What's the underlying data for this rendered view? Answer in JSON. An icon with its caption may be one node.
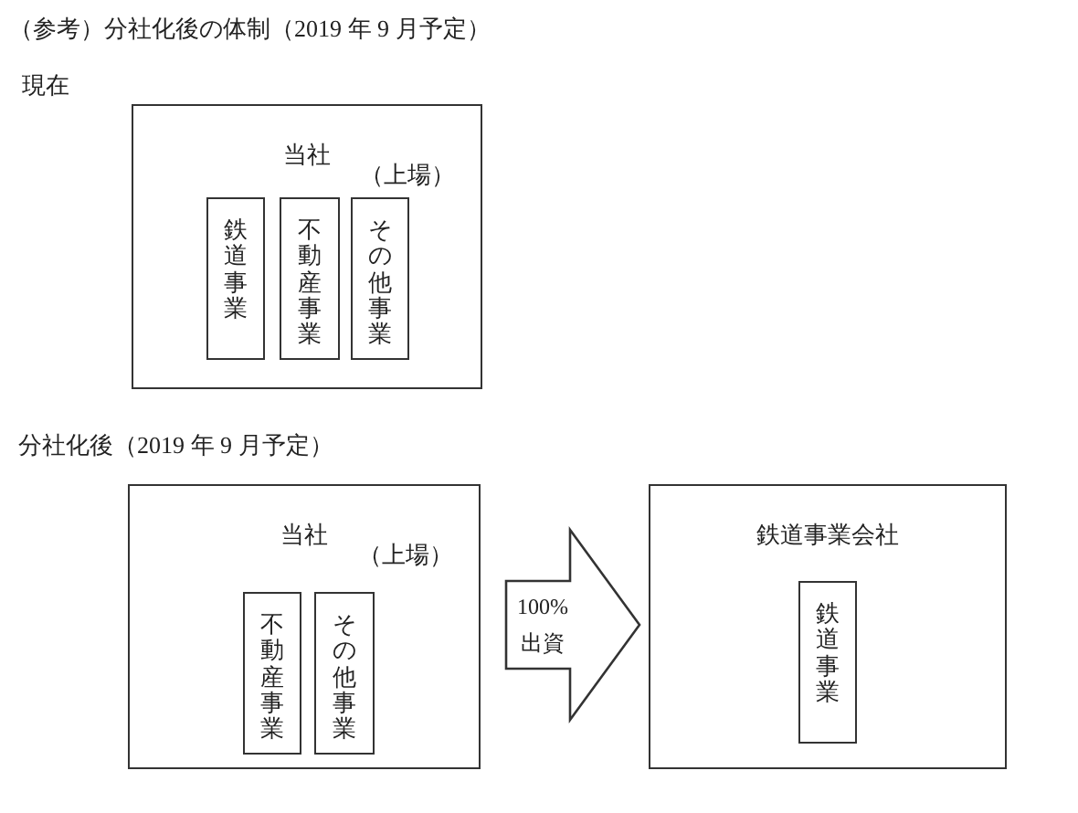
{
  "diagram": {
    "title": "（参考）分社化後の体制（2019 年 9 月予定）",
    "nodes": [
      {
        "text": [
          "当社",
          "（上場）"
        ]
      },
      {
        "text": [
          "鉄道事業"
        ],
        "in": 0
      },
      {
        "text": [
          "不動産事業"
        ],
        "in": 0
      },
      {
        "text": [
          "その他事業"
        ],
        "in": 0
      },
      {
        "text": [
          "当社",
          "（上場）"
        ]
      },
      {
        "text": [
          "不動産事業"
        ],
        "in": 4
      },
      {
        "text": [
          "その他事業"
        ],
        "in": 4
      },
      {
        "text": [
          "鉄道事業会社"
        ]
      },
      {
        "text": [
          "鉄道事業"
        ],
        "in": 7
      }
    ],
    "edges": [
      {
        "from": 4,
        "to": 7,
        "arrow": "to",
        "label": "100% 出資"
      }
    ],
    "labels": [
      "現在",
      "分社化後（2019 年 9 月予定）"
    ]
  }
}
